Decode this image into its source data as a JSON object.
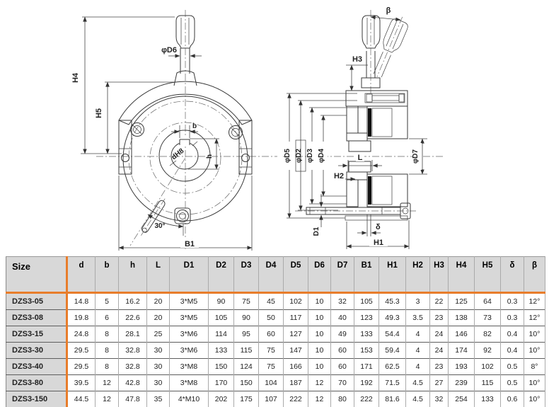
{
  "drawing": {
    "front_view": {
      "labels": {
        "h4": "H4",
        "h5": "H5",
        "d6": "φD6",
        "b": "b",
        "bore": "dH8",
        "h": "h",
        "angle": "30°",
        "b1": "B1"
      }
    },
    "side_view": {
      "labels": {
        "beta": "β",
        "h3": "H3",
        "d5": "φD5",
        "d2": "φD2",
        "d3": "φD3",
        "d4": "φD4",
        "d7": "φD7",
        "l": "L",
        "h2": "H2",
        "d1": "D1",
        "delta": "δ",
        "h1": "H1"
      }
    }
  },
  "table": {
    "accent_color": "#e87d2b",
    "header_bg": "#d8d8d8",
    "columns": [
      "Size",
      "d",
      "b",
      "h",
      "L",
      "D1",
      "D2",
      "D3",
      "D4",
      "D5",
      "D6",
      "D7",
      "B1",
      "H1",
      "H2",
      "H3",
      "H4",
      "H5",
      "δ",
      "β"
    ],
    "rows": [
      [
        "DZS3-05",
        "14.8",
        "5",
        "16.2",
        "20",
        "3*M5",
        "90",
        "75",
        "45",
        "102",
        "10",
        "32",
        "105",
        "45.3",
        "3",
        "22",
        "125",
        "64",
        "0.3",
        "12°"
      ],
      [
        "DZS3-08",
        "19.8",
        "6",
        "22.6",
        "20",
        "3*M5",
        "105",
        "90",
        "50",
        "117",
        "10",
        "40",
        "123",
        "49.3",
        "3.5",
        "23",
        "138",
        "73",
        "0.3",
        "12°"
      ],
      [
        "DZS3-15",
        "24.8",
        "8",
        "28.1",
        "25",
        "3*M6",
        "114",
        "95",
        "60",
        "127",
        "10",
        "49",
        "133",
        "54.4",
        "4",
        "24",
        "146",
        "82",
        "0.4",
        "10°"
      ],
      [
        "DZS3-30",
        "29.5",
        "8",
        "32.8",
        "30",
        "3*M6",
        "133",
        "115",
        "75",
        "147",
        "10",
        "60",
        "153",
        "59.4",
        "4",
        "24",
        "174",
        "92",
        "0.4",
        "10°"
      ],
      [
        "DZS3-40",
        "29.5",
        "8",
        "32.8",
        "30",
        "3*M8",
        "150",
        "124",
        "75",
        "166",
        "10",
        "60",
        "171",
        "62.5",
        "4",
        "23",
        "193",
        "102",
        "0.5",
        "8°"
      ],
      [
        "DZS3-80",
        "39.5",
        "12",
        "42.8",
        "30",
        "3*M8",
        "170",
        "150",
        "104",
        "187",
        "12",
        "70",
        "192",
        "71.5",
        "4.5",
        "27",
        "239",
        "115",
        "0.5",
        "10°"
      ],
      [
        "DZS3-150",
        "44.5",
        "12",
        "47.8",
        "35",
        "4*M10",
        "202",
        "175",
        "107",
        "222",
        "12",
        "80",
        "222",
        "81.6",
        "4.5",
        "32",
        "254",
        "133",
        "0.6",
        "10°"
      ]
    ]
  }
}
